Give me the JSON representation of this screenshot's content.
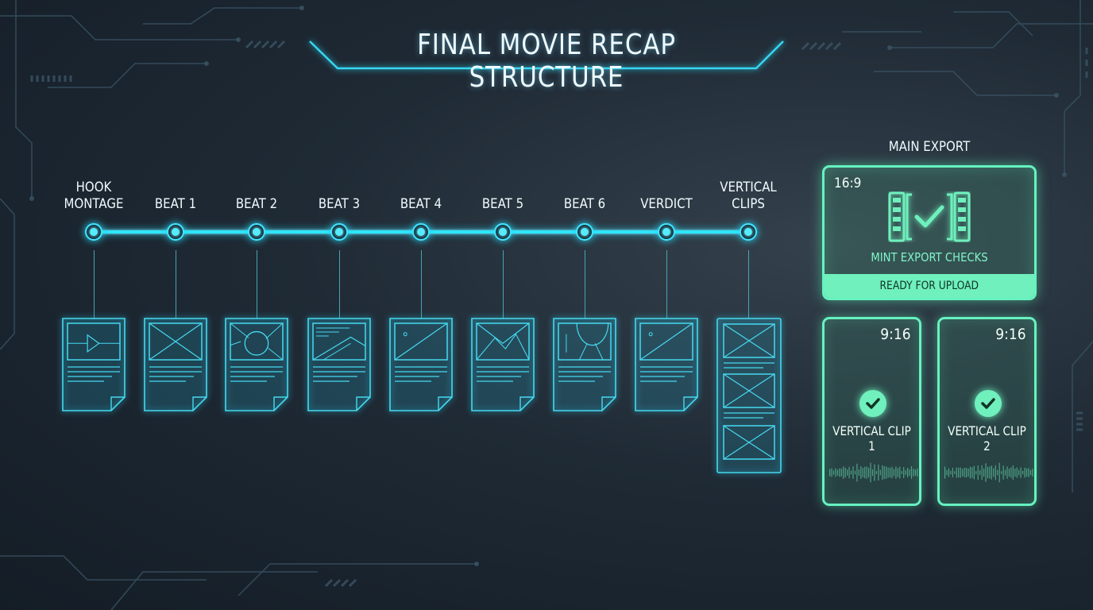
{
  "title": "FINAL MOVIE RECAP STRUCTURE",
  "timeline": {
    "steps": [
      {
        "label": "HOOK\nMONTAGE",
        "icon": "play-frame"
      },
      {
        "label": "BEAT 1",
        "icon": "cross-frame"
      },
      {
        "label": "BEAT 2",
        "icon": "circle-frame"
      },
      {
        "label": "BEAT 3",
        "icon": "mountain-frame"
      },
      {
        "label": "BEAT 4",
        "icon": "diagonal-frame"
      },
      {
        "label": "BEAT 5",
        "icon": "peaks-frame"
      },
      {
        "label": "BEAT 6",
        "icon": "arch-frame"
      },
      {
        "label": "VERDICT",
        "icon": "diagonal-frame"
      },
      {
        "label": "VERTICAL\nCLIPS",
        "icon": "stacked-frames"
      }
    ]
  },
  "main_export": {
    "section_label": "MAIN EXPORT",
    "ratio": "16:9",
    "checks_label": "MINT EXPORT CHECKS",
    "status": "READY FOR UPLOAD",
    "icon": "film-check-icon"
  },
  "clips": [
    {
      "ratio": "9:16",
      "name": "VERTICAL CLIP 1",
      "icon": "check-icon"
    },
    {
      "ratio": "9:16",
      "name": "VERTICAL CLIP 2",
      "icon": "check-icon"
    }
  ],
  "colors": {
    "accent_cyan": "#2ee6ff",
    "accent_mint": "#6ff0bd",
    "background": "#1f2a35"
  }
}
